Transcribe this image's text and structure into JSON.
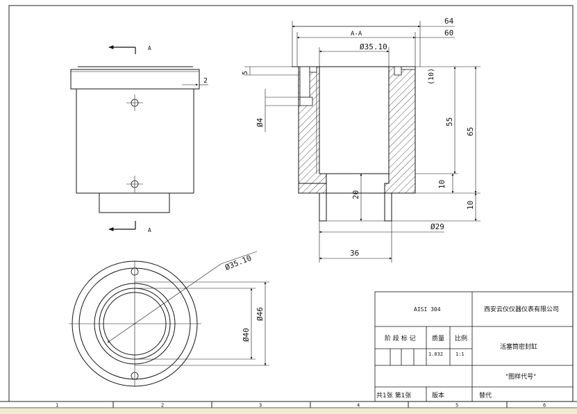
{
  "section_label": "A",
  "section_view_title": "A-A",
  "dimensions": {
    "overall_width": "64",
    "flange_width": "60",
    "bore_dia": "Ø35.10",
    "wall_ref": "(10)",
    "depth_55": "55",
    "height_65": "65",
    "step_10": "10",
    "boss_10": "10",
    "boss_20": "20",
    "boss_dia": "Ø29",
    "base_36": "36",
    "groove_5": "5",
    "hole_dia": "Ø4",
    "side_2": "2",
    "top_view_dia": "Ø35.10",
    "top_view_40": "Ø40",
    "top_view_46": "Ø46"
  },
  "title_block": {
    "material": "AISI 304",
    "company": "西安云仪仪器仪表有限公司",
    "stage_mark": "阶 段 标 记",
    "mass_label": "质量",
    "scale_label": "比例",
    "mass_value": "1.032",
    "scale_value": "1:1",
    "part_name": "活塞筒密封缸",
    "drawing_code": "\"图样代号\"",
    "sheets": "共1张 第1张",
    "version": "版本",
    "replace": "替代"
  },
  "zones": [
    "1",
    "2",
    "3",
    "4",
    "5",
    "6"
  ]
}
